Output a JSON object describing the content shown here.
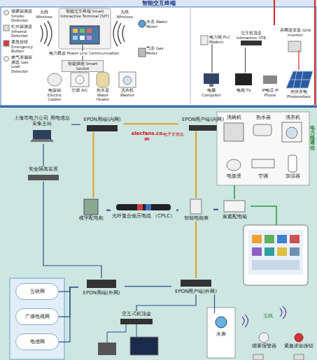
{
  "diagram": {
    "title": "智能交互终端",
    "nodes": [
      {
        "text": [
          "烟雾探测器 Smoke Detector"
        ]
      },
      {
        "text": [
          "红外探测器 Infrared Detector"
        ]
      },
      {
        "text": [
          "紧急按钮 Emergency Button"
        ]
      },
      {
        "text": [
          "燃气泄漏探测器 Gas Leak Detector"
        ]
      },
      {
        "text": [
          "智能交互终端 Smart Interactive Terminal (SIT)"
        ]
      },
      {
        "text": [
          "水表 Water Meter"
        ]
      },
      {
        "text": [
          "气表 Gas Meter"
        ]
      },
      {
        "text": [
          "智能插座 Smart Socket"
        ]
      },
      {
        "text": [
          "电饭锅 Electric Cooker"
        ]
      },
      {
        "text": [
          "空调 A/C"
        ]
      },
      {
        "text": [
          "热水器 Water Heater"
        ]
      },
      {
        "text": [
          "洗衣机 Washer"
        ]
      },
      {
        "text": [
          "电力猫 PLC Modem"
        ]
      },
      {
        "text": [
          "交互机顶盒 Interactive STB"
        ]
      },
      {
        "text": [
          "并网逆变器 Grid Inverter"
        ]
      },
      {
        "text": [
          "电脑 Computer"
        ]
      },
      {
        "text": [
          "电视 TV"
        ]
      },
      {
        "text": [
          "IP电话 IP Phone"
        ]
      },
      {
        "text": [
          "光伏发电 Photovoltaic"
        ]
      },
      {
        "text": [
          "上海市电力公司 用电信息采集主站"
        ]
      },
      {
        "text": [
          "EPON局端(内网)"
        ]
      },
      {
        "text": [
          "EPON用户端(内网)"
        ]
      },
      {
        "text": [
          "电力线通信"
        ]
      },
      {
        "text": [
          "洗碗机"
        ],
        "in": 22
      },
      {
        "text": [
          "热水器"
        ],
        "in": 22
      },
      {
        "text": [
          "洗衣机"
        ],
        "in": 22
      },
      {
        "text": [
          "电饭煲"
        ],
        "in": 22
      },
      {
        "text": [
          "空调"
        ],
        "in": 22
      },
      {
        "text": [
          "加湿器"
        ],
        "in": 22
      },
      {
        "text": [
          "安全隔离装置"
        ]
      },
      {
        "text": [
          "楼宇配电柜"
        ]
      },
      {
        "text": [
          "光纤复合低压电缆 （CPLC）"
        ]
      },
      {
        "text": [
          "智能电能表"
        ]
      },
      {
        "text": [
          "家庭配电箱"
        ]
      },
      {
        "text": [
          "互联网"
        ]
      },
      {
        "text": [
          "广播电视网"
        ]
      },
      {
        "text": [
          "电信网"
        ]
      },
      {
        "text": [
          "EPON局端(外网)"
        ]
      },
      {
        "text": [
          "EPON用户端(外网)"
        ]
      },
      {
        "text": [
          "交互式机顶盒"
        ]
      },
      {
        "text": [
          "水表"
        ]
      },
      {
        "text": [
          "烟雾报警器"
        ]
      },
      {
        "text": [
          "紧急求助按钮"
        ]
      }
    ],
    "edges": [
      {
        "from": 4,
        "to": 7,
        "arrow": "none"
      },
      {
        "from": 12,
        "to": 15,
        "arrow": "none"
      },
      {
        "from": 13,
        "to": 16,
        "arrow": "none"
      },
      {
        "from": 14,
        "to": 18,
        "arrow": "none"
      },
      {
        "from": 19,
        "to": 20,
        "arrow": "none"
      },
      {
        "from": 20,
        "to": 21,
        "arrow": "none"
      },
      {
        "from": 19,
        "to": 29,
        "arrow": "none"
      },
      {
        "from": 29,
        "to": 37,
        "arrow": "none"
      },
      {
        "from": 20,
        "to": 30,
        "arrow": "none"
      },
      {
        "from": 30,
        "to": 31,
        "arrow": "none"
      },
      {
        "from": 31,
        "to": 32,
        "arrow": "none"
      },
      {
        "from": 32,
        "to": 33,
        "arrow": "none"
      },
      {
        "from": 21,
        "to": 32,
        "arrow": "none"
      },
      {
        "from": 33,
        "to": 22,
        "arrow": "none"
      },
      {
        "from": 32,
        "to": 38,
        "arrow": "none"
      },
      {
        "from": 34,
        "to": 37,
        "arrow": "none"
      },
      {
        "from": 35,
        "to": 37,
        "arrow": "none"
      },
      {
        "from": 36,
        "to": 37,
        "arrow": "none"
      },
      {
        "from": 37,
        "to": 38,
        "arrow": "none"
      },
      {
        "from": 38,
        "to": 39,
        "arrow": "none"
      },
      {
        "from": 38,
        "to": 40,
        "arrow": "none"
      }
    ],
    "labels": [
      "无线 Wireless",
      "无线 Wireless",
      "电力载波 Power Line Communication",
      "elecfans.com",
      "电子发烧友",
      "无线"
    ]
  }
}
